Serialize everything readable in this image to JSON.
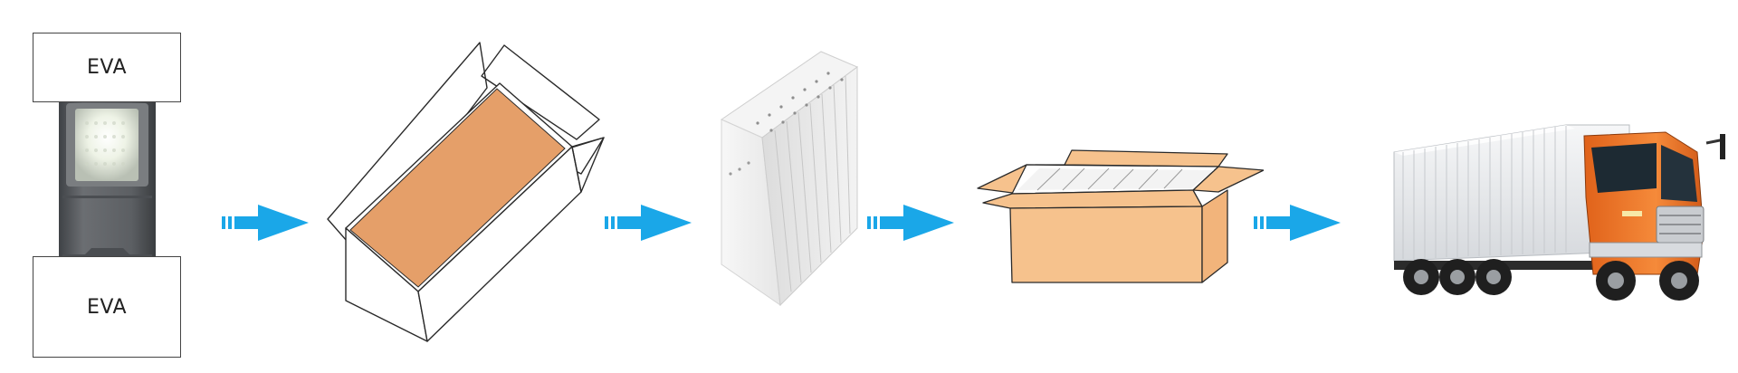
{
  "diagram": {
    "steps": [
      {
        "id": "eva-wrap",
        "labels": [
          "EVA",
          "EVA"
        ]
      },
      {
        "id": "inner-carton"
      },
      {
        "id": "stacked-foam"
      },
      {
        "id": "outer-carton"
      },
      {
        "id": "truck"
      }
    ],
    "eva_top_label": "EVA",
    "eva_bottom_label": "EVA",
    "colors": {
      "arrow": "#1AA7E8",
      "carton_inner": "#E59F69",
      "carton_outer": "#F6C28D",
      "foam": "#F1F1F1",
      "truck_cab": "#F07A2B",
      "truck_body": "#E9EBEE",
      "lamp_body": "#5C5F63"
    }
  }
}
